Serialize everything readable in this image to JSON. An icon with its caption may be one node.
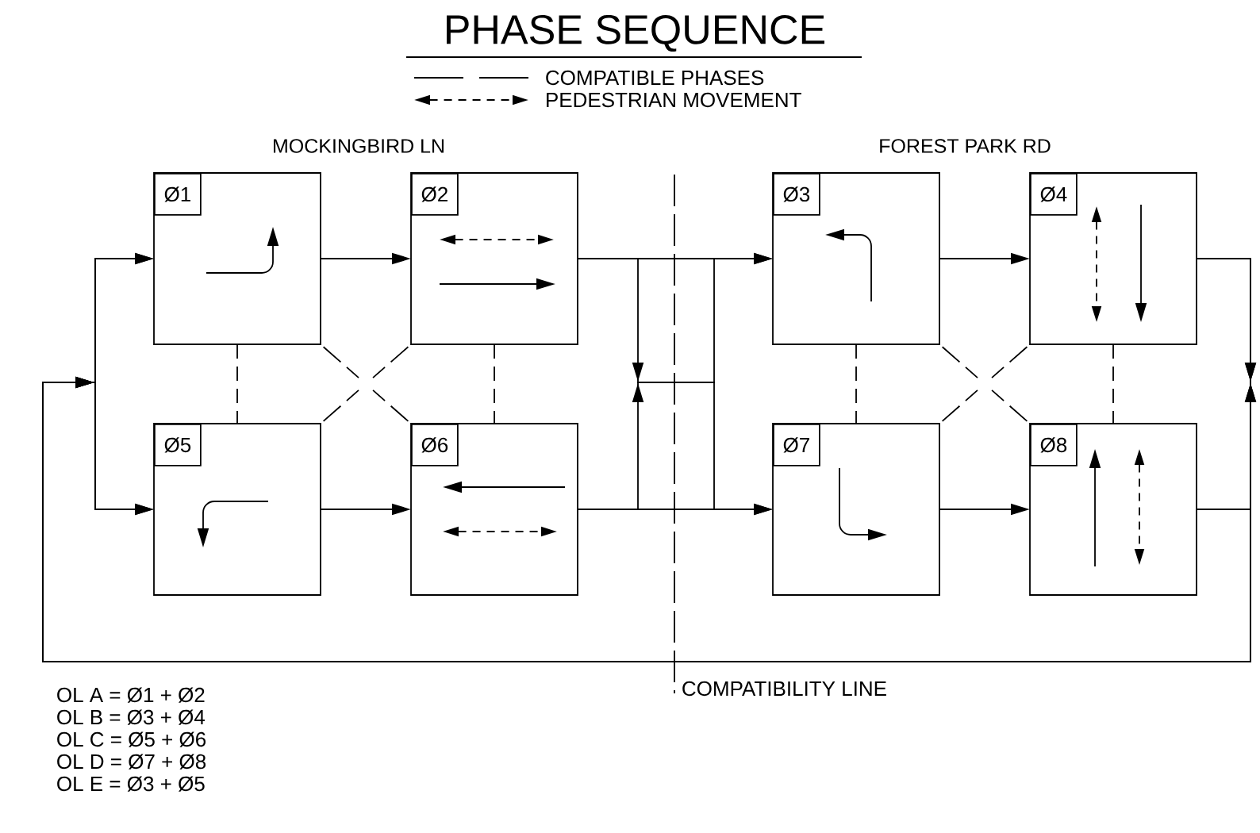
{
  "diagram": {
    "title": "PHASE SEQUENCE",
    "nodes": [
      {
        "text": [
          "Ø1"
        ]
      },
      {
        "text": [
          "Ø2"
        ]
      },
      {
        "text": [
          "Ø3"
        ]
      },
      {
        "text": [
          "Ø4"
        ]
      },
      {
        "text": [
          "Ø5"
        ]
      },
      {
        "text": [
          "Ø6"
        ]
      },
      {
        "text": [
          "Ø7"
        ]
      },
      {
        "text": [
          "Ø8"
        ]
      }
    ],
    "edges": [
      {
        "from": 0,
        "to": 1,
        "arrow": "to"
      },
      {
        "from": 4,
        "to": 5,
        "arrow": "to"
      },
      {
        "from": 2,
        "to": 3,
        "arrow": "to"
      },
      {
        "from": 6,
        "to": 7,
        "arrow": "to"
      },
      {
        "from": 1,
        "to": 2,
        "arrow": "to"
      },
      {
        "from": 1,
        "to": 6,
        "arrow": "to"
      },
      {
        "from": 5,
        "to": 2,
        "arrow": "to"
      },
      {
        "from": 5,
        "to": 6,
        "arrow": "to"
      },
      {
        "from": 3,
        "to": 0,
        "arrow": "to"
      },
      {
        "from": 3,
        "to": 4,
        "arrow": "to"
      },
      {
        "from": 7,
        "to": 0,
        "arrow": "to"
      },
      {
        "from": 7,
        "to": 4,
        "arrow": "to"
      },
      {
        "from": 0,
        "to": 4,
        "arrow": "none",
        "style": "dashed"
      },
      {
        "from": 1,
        "to": 5,
        "arrow": "none",
        "style": "dashed"
      },
      {
        "from": 0,
        "to": 5,
        "arrow": "none",
        "style": "dashed"
      },
      {
        "from": 1,
        "to": 4,
        "arrow": "none",
        "style": "dashed"
      },
      {
        "from": 2,
        "to": 6,
        "arrow": "none",
        "style": "dashed"
      },
      {
        "from": 3,
        "to": 7,
        "arrow": "none",
        "style": "dashed"
      },
      {
        "from": 2,
        "to": 7,
        "arrow": "none",
        "style": "dashed"
      },
      {
        "from": 3,
        "to": 6,
        "arrow": "none",
        "style": "dashed"
      }
    ],
    "labels": [
      "MOCKINGBIRD LN",
      "FOREST PARK RD",
      "COMPATIBILITY LINE",
      "OL A = Ø1 + Ø2",
      "OL B = Ø3 + Ø4",
      "OL C = Ø5 + Ø6",
      "OL D = Ø7 + Ø8",
      "OL E = Ø3 + Ø5"
    ],
    "legend": [
      {
        "text": "COMPATIBLE PHASES"
      },
      {
        "text": "PEDESTRIAN MOVEMENT"
      }
    ]
  }
}
